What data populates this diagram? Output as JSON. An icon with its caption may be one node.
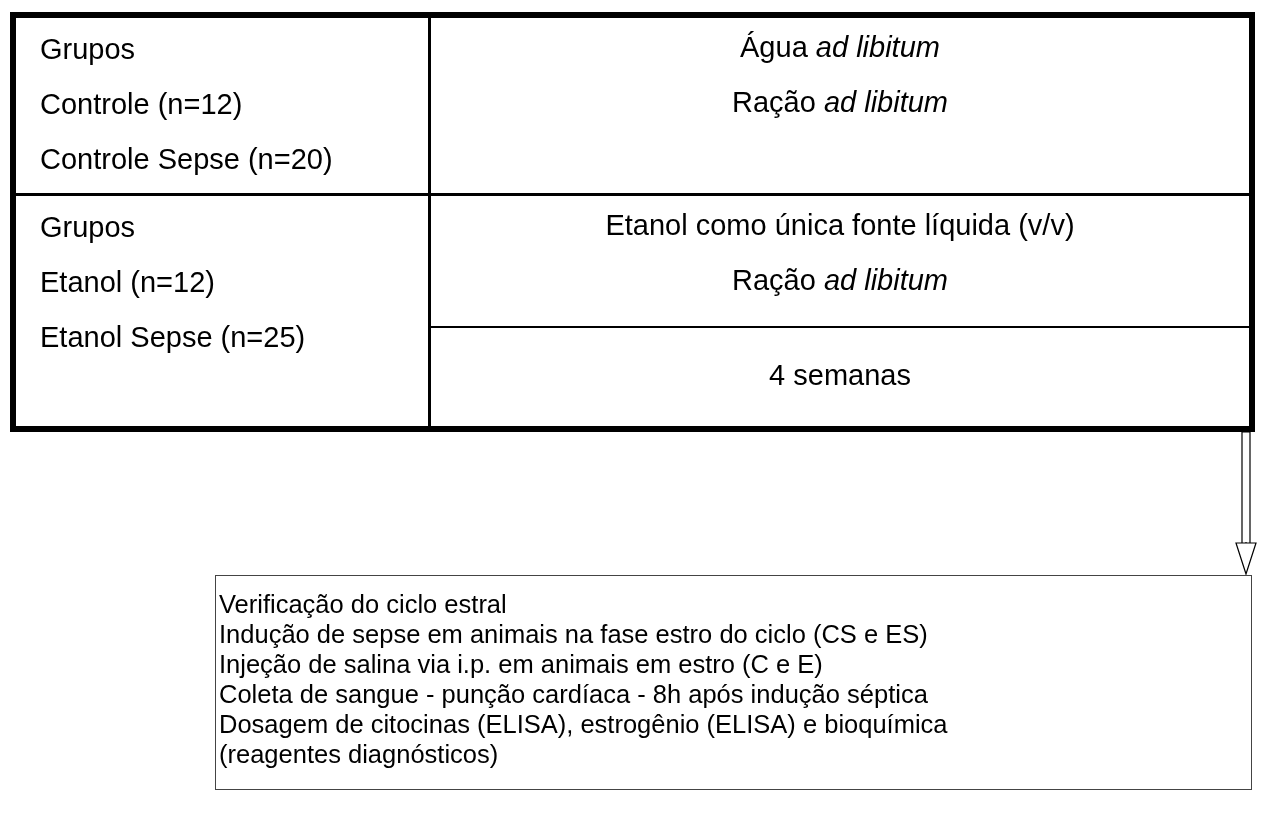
{
  "diagram": {
    "nodes": [
      {
        "text": [],
        "shape": "box"
      },
      {
        "text": [
          "Grupos",
          "Controle (n=12)",
          "Controle Sepse (n=20)"
        ],
        "in": 0
      },
      {
        "text": [
          "Água *ad libitum*",
          "Ração *ad libitum*"
        ],
        "in": 0
      },
      {
        "text": [
          "Grupos",
          "Etanol (n=12)",
          "Etanol Sepse (n=25)"
        ],
        "in": 0
      },
      {
        "text": [
          "Etanol como única fonte líquida (v/v)",
          "Ração *ad libitum*"
        ],
        "in": 0
      },
      {
        "text": [
          "4 semanas"
        ],
        "in": 0
      },
      {
        "text": [
          "Verificação do ciclo estral",
          "Indução de sepse em animais na fase estro do ciclo (CS e ES)",
          "Injeção de salina via i.p. em animais em estro (C e E)",
          "Coleta de sangue - punção cardíaca - 8h após indução séptica",
          "Dosagem de citocinas (ELISA), estrogênio (ELISA) e bioquímica",
          "(reagentes diagnósticos)"
        ]
      }
    ],
    "edges": [
      {
        "from": 0,
        "to": 6,
        "arrow": "to"
      }
    ]
  }
}
